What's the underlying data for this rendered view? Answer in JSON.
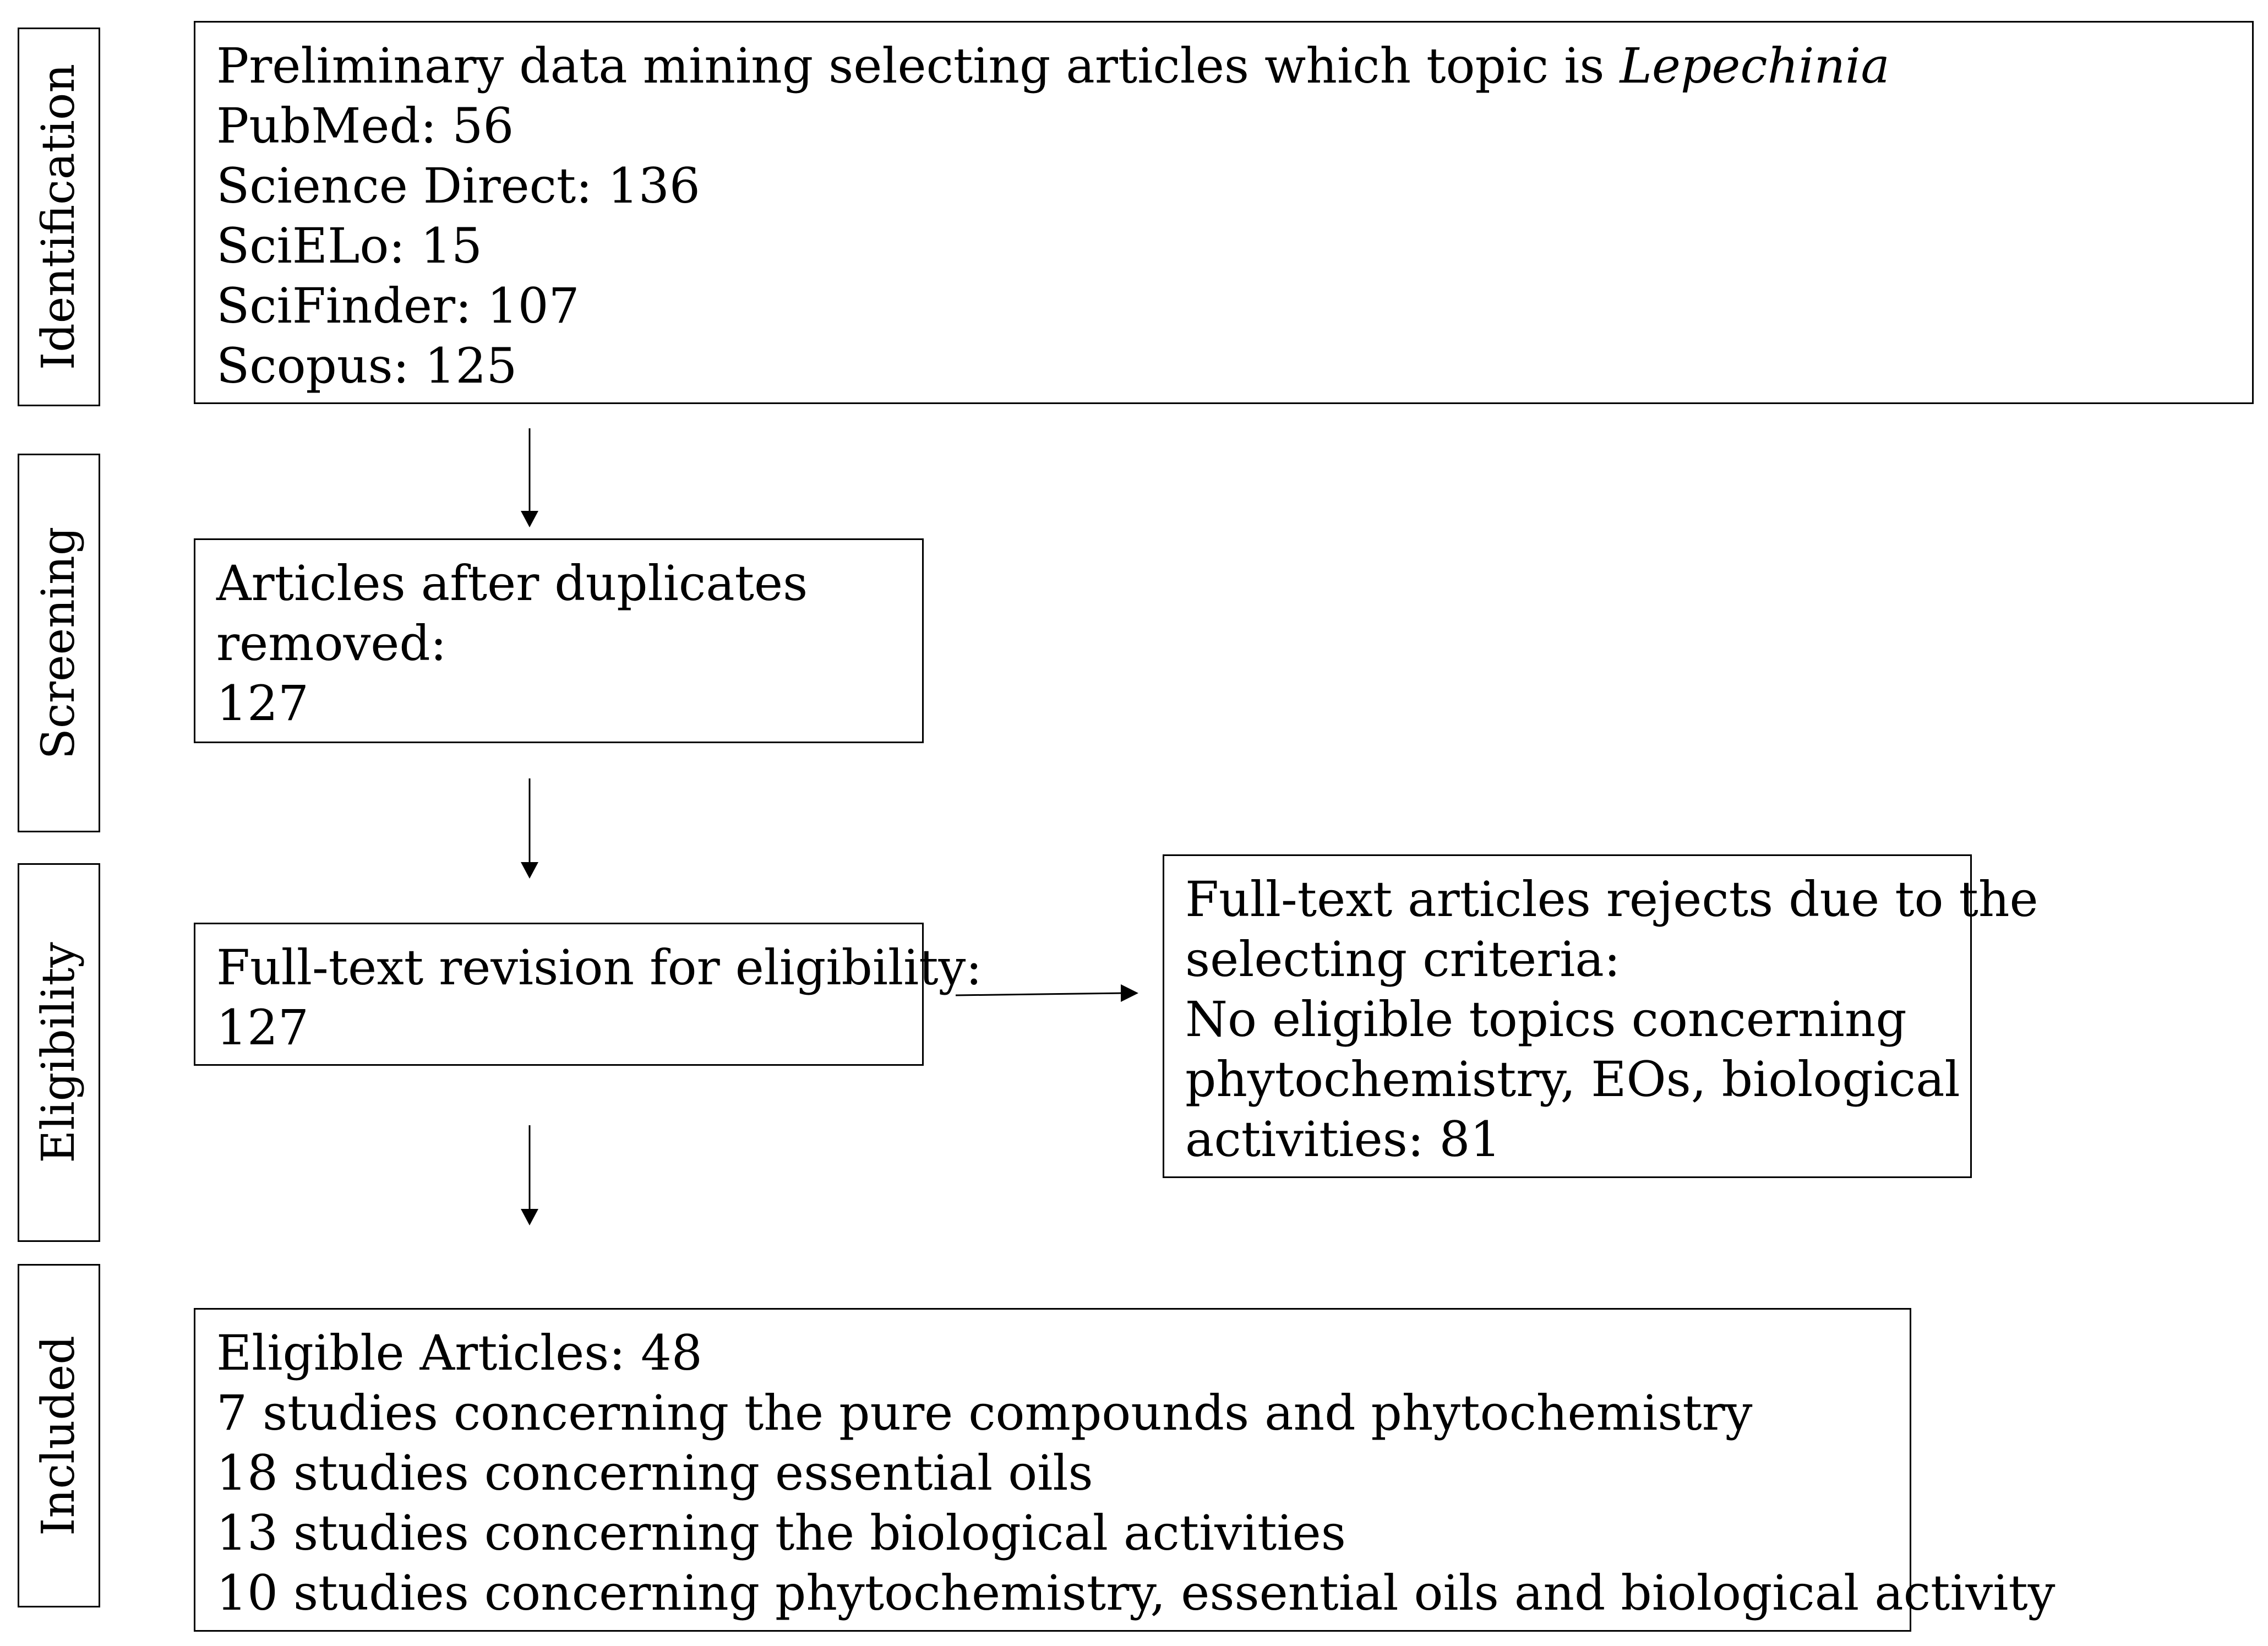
{
  "stages": [
    {
      "id": "identification",
      "label": "Identification"
    },
    {
      "id": "screening",
      "label": "Screening"
    },
    {
      "id": "eligibility",
      "label": "Eligibility"
    },
    {
      "id": "included",
      "label": "Included"
    }
  ],
  "boxes": {
    "identification": {
      "lines": [
        {
          "text": "Preliminary data mining selecting articles which topic is ",
          "emph": "Lepechinia"
        },
        {
          "text": "PubMed: 56"
        },
        {
          "text": "Science Direct: 136"
        },
        {
          "text": "SciELo: 15"
        },
        {
          "text": "SciFinder: 107"
        },
        {
          "text": "Scopus: 125"
        }
      ]
    },
    "screening": {
      "lines": [
        {
          "text": "Articles after duplicates"
        },
        {
          "text": "removed:"
        },
        {
          "text": "127"
        }
      ]
    },
    "eligibility": {
      "lines": [
        {
          "text": "Full-text revision for eligibility:"
        },
        {
          "text": "127"
        }
      ]
    },
    "excluded": {
      "lines": [
        {
          "text": "Full-text articles rejects due to the"
        },
        {
          "text": "selecting criteria:"
        },
        {
          "text": "No eligible topics concerning"
        },
        {
          "text": "phytochemistry, EOs, biological"
        },
        {
          "text": "activities: 81"
        }
      ]
    },
    "included": {
      "lines": [
        {
          "text": "Eligible Articles: 48"
        },
        {
          "text": "7 studies concerning the pure compounds and phytochemistry"
        },
        {
          "text": "18 studies concerning essential oils"
        },
        {
          "text": "13 studies concerning the biological activities"
        },
        {
          "text": "10 studies concerning phytochemistry, essential oils and biological activity"
        }
      ]
    }
  },
  "connectors": [
    {
      "from": "identification",
      "to": "screening"
    },
    {
      "from": "screening",
      "to": "eligibility"
    },
    {
      "from": "eligibility",
      "to": "excluded"
    },
    {
      "from": "eligibility",
      "to": "included"
    }
  ]
}
